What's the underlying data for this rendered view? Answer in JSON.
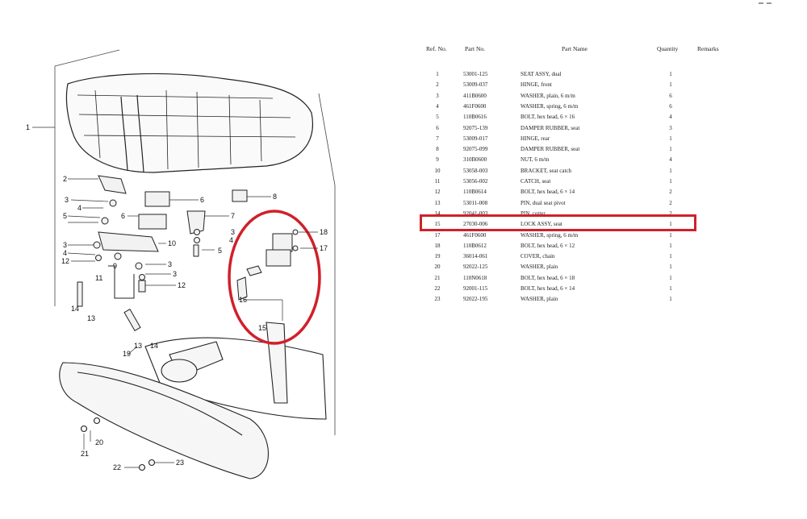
{
  "table": {
    "headers": {
      "ref_no": "Ref. No.",
      "part_no": "Part No.",
      "part_name": "Part Name",
      "quantity": "Quantity",
      "remarks": "Remarks"
    },
    "rows": [
      {
        "ref": "1",
        "part_no": "53001-125",
        "name": "SEAT ASSY, dual",
        "qty": "1"
      },
      {
        "ref": "2",
        "part_no": "53009-037",
        "name": "HINGE, front",
        "qty": "1"
      },
      {
        "ref": "3",
        "part_no": "411B0600",
        "name": "WASHER, plain, 6 m/m",
        "qty": "6"
      },
      {
        "ref": "4",
        "part_no": "461F0600",
        "name": "WASHER, spring, 6 m/m",
        "qty": "6"
      },
      {
        "ref": "5",
        "part_no": "110B0616",
        "name": "BOLT, hex head, 6 × 16",
        "qty": "4"
      },
      {
        "ref": "6",
        "part_no": "92075-139",
        "name": "DAMPER RUBBER, seat",
        "qty": "3"
      },
      {
        "ref": "7",
        "part_no": "53009-017",
        "name": "HINGE, rear",
        "qty": "1"
      },
      {
        "ref": "8",
        "part_no": "92075-099",
        "name": "DAMPER RUBBER, seat",
        "qty": "1"
      },
      {
        "ref": "9",
        "part_no": "310B0600",
        "name": "NUT, 6 m/m",
        "qty": "4"
      },
      {
        "ref": "10",
        "part_no": "53058-003",
        "name": "BRACKET, seat catch",
        "qty": "1"
      },
      {
        "ref": "11",
        "part_no": "53056-002",
        "name": "CATCH, seat",
        "qty": "1"
      },
      {
        "ref": "12",
        "part_no": "110B0614",
        "name": "BOLT, hex head, 6 × 14",
        "qty": "2"
      },
      {
        "ref": "13",
        "part_no": "53011-008",
        "name": "PIN, dual seat pivot",
        "qty": "2"
      },
      {
        "ref": "14",
        "part_no": "92041-003",
        "name": "PIN, cotter",
        "qty": "2"
      },
      {
        "ref": "15",
        "part_no": "27030-006",
        "name": "LOCK ASSY, seat",
        "qty": "1"
      },
      {
        "ref": "17",
        "part_no": "461F0600",
        "name": "WASHER, spring, 6 m/m",
        "qty": "1"
      },
      {
        "ref": "18",
        "part_no": "110B0612",
        "name": "BOLT, hex head, 6 × 12",
        "qty": "1"
      },
      {
        "ref": "19",
        "part_no": "36014-061",
        "name": "COVER, chain",
        "qty": "1"
      },
      {
        "ref": "20",
        "part_no": "92022-125",
        "name": "WASHER, plain",
        "qty": "1"
      },
      {
        "ref": "21",
        "part_no": "110N0618",
        "name": "BOLT, hex head, 6 × 18",
        "qty": "1"
      },
      {
        "ref": "22",
        "part_no": "92001-115",
        "name": "BOLT, hex head, 6 × 14",
        "qty": "1"
      },
      {
        "ref": "23",
        "part_no": "92022-195",
        "name": "WASHER, plain",
        "qty": "1"
      }
    ]
  },
  "diagram": {
    "callouts": [
      "1",
      "2",
      "3",
      "4",
      "5",
      "6",
      "6",
      "7",
      "8",
      "3",
      "4",
      "5",
      "3",
      "4",
      "12",
      "9",
      "3",
      "10",
      "11",
      "3",
      "4",
      "12",
      "14",
      "13",
      "13",
      "14",
      "16",
      "15",
      "18",
      "17",
      "19",
      "20",
      "21",
      "22",
      "23"
    ]
  },
  "highlight": {
    "color": "#d0202a",
    "row_ref": "15"
  }
}
